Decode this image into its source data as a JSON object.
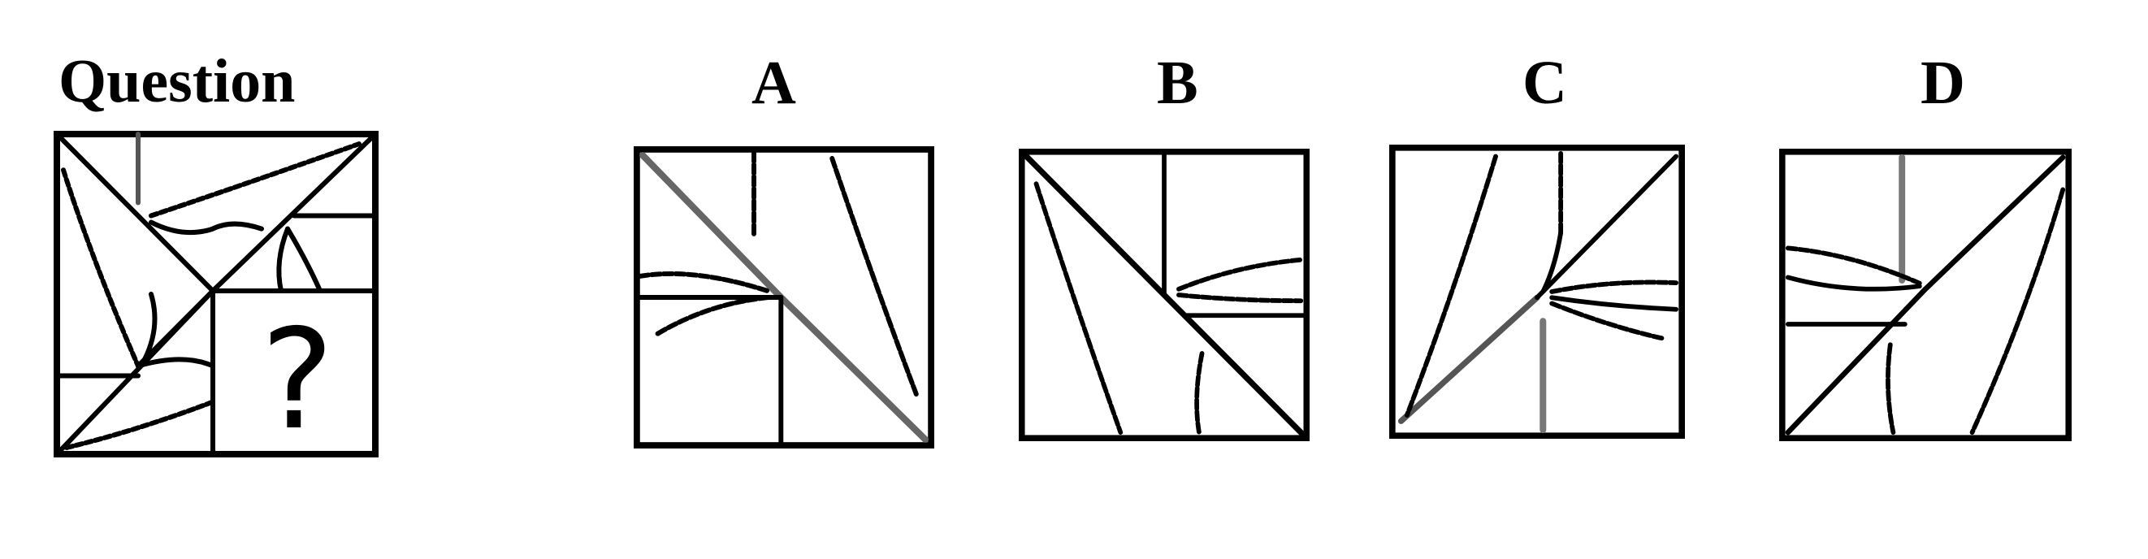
{
  "question": {
    "title": "Question",
    "placeholder": "?"
  },
  "options": [
    {
      "label": "A"
    },
    {
      "label": "B"
    },
    {
      "label": "C"
    },
    {
      "label": "D"
    }
  ],
  "colors": {
    "ink": "#000000",
    "faded_ink": "#555555",
    "background": "#ffffff"
  },
  "icons": {
    "question_mark": "question-mark-icon"
  }
}
